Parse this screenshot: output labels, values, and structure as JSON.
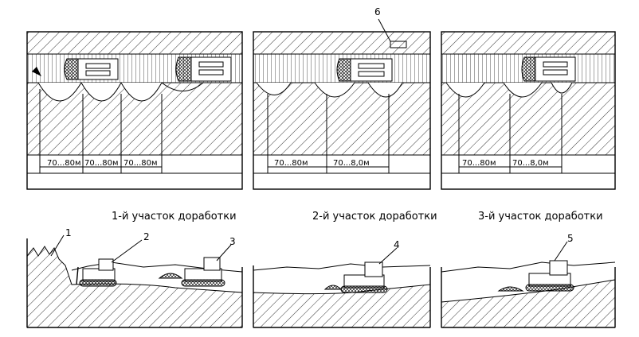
{
  "panels": [
    {
      "dims": [
        "70...80м",
        "70...80м",
        "70...80м"
      ],
      "caption": "1-й участок доработки"
    },
    {
      "dims": [
        "70...80м",
        "70...8,0м"
      ],
      "caption": "2-й участок доработки"
    },
    {
      "dims": [
        "70...80м",
        "70...8,0м"
      ],
      "caption": "3-й участок доработки"
    }
  ],
  "callouts": [
    "1",
    "2",
    "3",
    "4",
    "5",
    "6"
  ]
}
